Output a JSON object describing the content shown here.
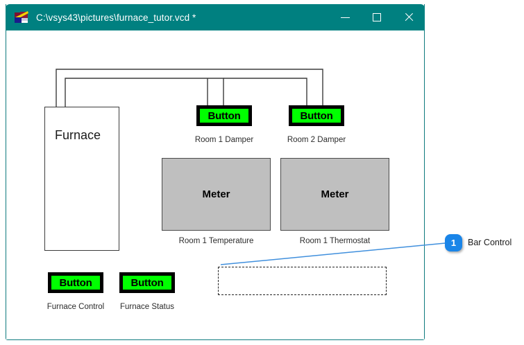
{
  "window": {
    "title": "C:\\vsys43\\pictures\\furnace_tutor.vcd *",
    "icon": "app-logo-icon",
    "titlebar_color": "#008080",
    "border_color": "#0d7a7d",
    "controls": [
      {
        "name": "minimize-button",
        "glyph": "—"
      },
      {
        "name": "maximize-button",
        "glyph": "□"
      },
      {
        "name": "close-button",
        "glyph": "✕"
      }
    ]
  },
  "diagram": {
    "furnace": {
      "label": "Furnace",
      "fill": "#ffffff",
      "stroke": "#3b3b3b"
    },
    "buttons": [
      {
        "name": "room-1-damper",
        "label": "Button",
        "caption": "Room 1 Damper",
        "fill": "#00ff00",
        "border": "#000000"
      },
      {
        "name": "room-2-damper",
        "label": "Button",
        "caption": "Room 2 Damper",
        "fill": "#00ff00",
        "border": "#000000"
      },
      {
        "name": "furnace-control",
        "label": "Button",
        "caption": "Furnace Control",
        "fill": "#00ff00",
        "border": "#000000"
      },
      {
        "name": "furnace-status",
        "label": "Button",
        "caption": "Furnace Status",
        "fill": "#00ff00",
        "border": "#000000"
      }
    ],
    "meters": [
      {
        "name": "room-1-temperature",
        "label": "Meter",
        "caption": "Room 1 Temperature",
        "fill": "#bfbfbf",
        "border": "#4a4a4a"
      },
      {
        "name": "room-1-thermostat",
        "label": "Meter",
        "caption": "Room 1 Thermostat",
        "fill": "#bfbfbf",
        "border": "#4a4a4a"
      }
    ],
    "bar_control": {
      "name": "bar-control-placeholder",
      "style": "dashed",
      "stroke": "#222222"
    },
    "wire_color": "#3b3b3b"
  },
  "annotation": {
    "badge_number": "1",
    "label": "Bar Control",
    "badge_color": "#1a85e8",
    "leader_color": "#3f8fdd"
  }
}
